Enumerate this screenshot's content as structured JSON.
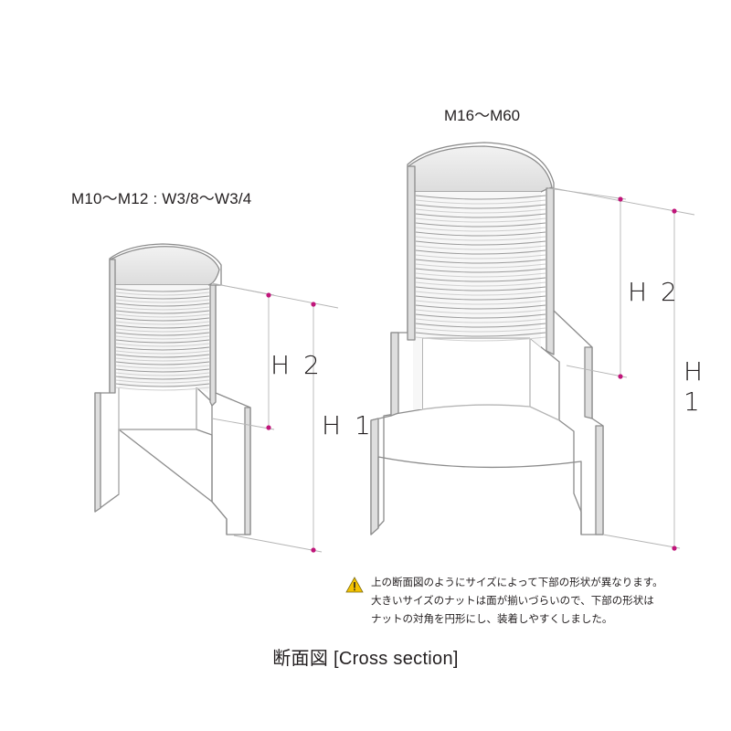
{
  "small_part": {
    "size_label": "M10〜M12 : W3/8〜W3/4",
    "h2_label": "H 2",
    "h1_label": "H 1"
  },
  "large_part": {
    "size_label": "M16〜M60",
    "h2_label": "H 2",
    "h1_label": "H 1"
  },
  "note": {
    "icon": "warning-icon",
    "lines": [
      "上の断面図のようにサイズによって下部の形状が異なります。",
      "大きいサイズのナットは面が揃いづらいので、下部の形状は",
      "ナットの対角を円形にし、装着しやすくしました。"
    ]
  },
  "caption": "断面図 [Cross section]",
  "colors": {
    "outline": "#8c8c8c",
    "fill": "#ffffff",
    "shade": "#e8e8e8",
    "dim_point": "#c0157a",
    "dim_line": "#b5b5b5",
    "warning": "#f3c200"
  }
}
